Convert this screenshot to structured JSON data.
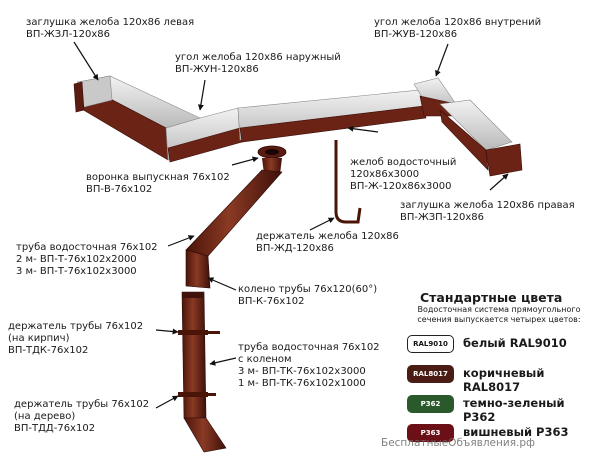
{
  "labels": {
    "end_cap_left": [
      "заглушка желоба 120х86 левая",
      "ВП-ЖЗЛ-120х86"
    ],
    "outer_corner": [
      "угол желоба 120х86 наружный",
      "ВП-ЖУН-120х86"
    ],
    "inner_corner": [
      "угол желоба 120х86 внутрений",
      "ВП-ЖУВ-120х86"
    ],
    "gutter": [
      "желоб водосточный",
      "120х86х3000",
      "ВП-Ж-120х86х3000"
    ],
    "outlet": [
      "воронка выпускная 76х102",
      "ВП-В-76х102"
    ],
    "end_cap_right": [
      "заглушка желоба 120х86 правая",
      "ВП-ЖЗП-120х86"
    ],
    "gutter_holder": [
      "держатель желоба 120х86",
      "ВП-ЖД-120х86"
    ],
    "downpipe": [
      "труба водосточная 76х102",
      "2 м- ВП-Т-76х102х2000",
      "3 м- ВП-Т-76х102х3000"
    ],
    "elbow": [
      "колено трубы 76х120(60°)",
      "ВП-К-76х102"
    ],
    "pipe_holder_brick": [
      "держатель трубы 76х102",
      "(на кирпич)",
      "ВП-ТДК-76х102"
    ],
    "downpipe_bend": [
      "труба водосточная 76х102",
      "с коленом",
      "3 м- ВП-ТК-76х102х3000",
      "1 м- ВП-ТК-76х102х1000"
    ],
    "pipe_holder_wood": [
      "держатель трубы 76х102",
      "(на дерево)",
      "ВП-ТДД-76х102"
    ]
  },
  "colors_panel": {
    "title": "Стандартные цвета",
    "note": "Водосточная система прямоугольного\nсечения выпускается четырех цветов:",
    "items": [
      {
        "code": "RAL9010",
        "name": "белый RAL9010",
        "color": "#ffffff",
        "text_color": "#111111"
      },
      {
        "code": "RAL8017",
        "name": "коричневый RAL8017",
        "color": "#4a1c14",
        "text_color": "#ffffff"
      },
      {
        "code": "P362",
        "name": "темно-зеленый Р362",
        "color": "#2a5a2c",
        "text_color": "#ffffff"
      },
      {
        "code": "P363",
        "name": "вишневый Р363",
        "color": "#6b1016",
        "text_color": "#ffffff"
      }
    ]
  },
  "watermark": "БесплатныеОбъявления.рф",
  "palette": {
    "metal": "#d8d8d8",
    "brown": "#6b2315",
    "dark_brown": "#3f120a",
    "callout": "#1a1a1a"
  }
}
